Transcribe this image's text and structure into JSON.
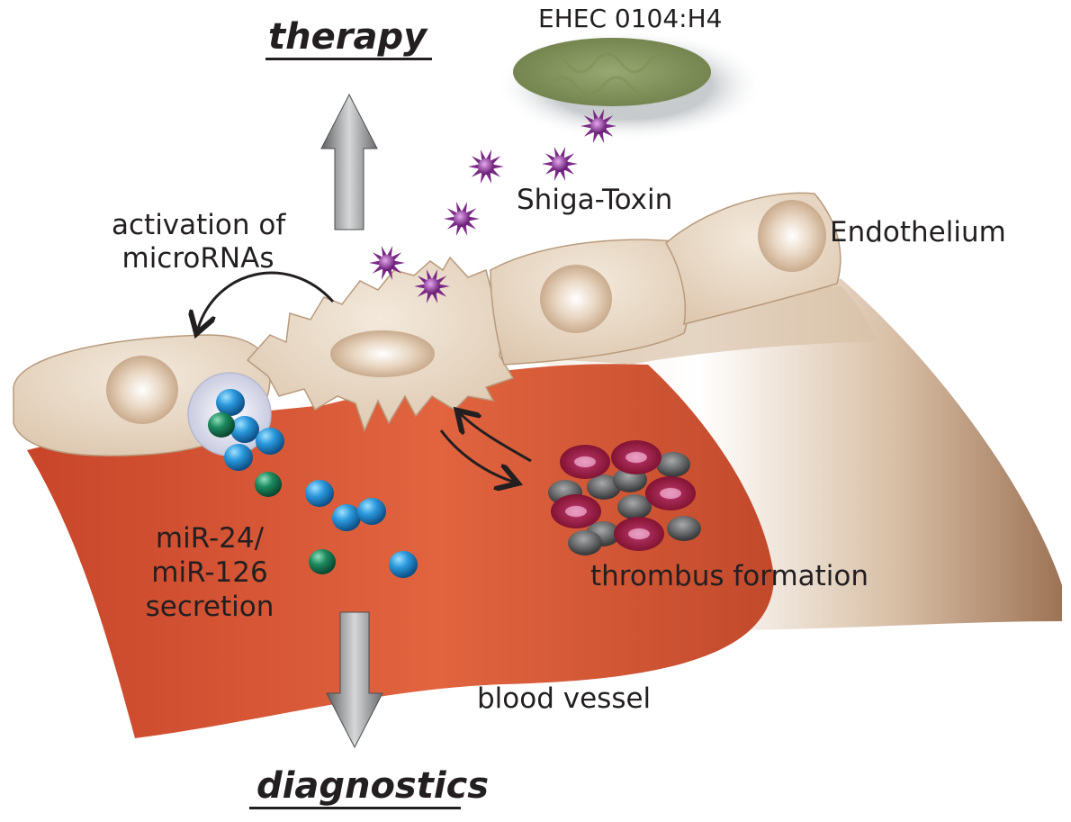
{
  "labels": {
    "therapy": "therapy",
    "diagnostics": "diagnostics",
    "ehec": "EHEC 0104:H4",
    "shiga_toxin": "Shiga-Toxin",
    "endothelium": "Endothelium",
    "activation_line1": "activation of",
    "activation_line2": "microRNAs",
    "mir_line1": "miR-24/",
    "mir_line2": "miR-126",
    "mir_line3": "secretion",
    "thrombus": "thrombus formation",
    "blood_vessel": "blood vessel"
  },
  "colors": {
    "vessel_red": "#d24d2c",
    "vessel_wall": "#c9aa8f",
    "endothelial_cell": "#e4d3bf",
    "bacterium": "#8a9a64",
    "toxin": "#7b2a86",
    "mirna_blue": "#1f86c9",
    "mirna_green": "#167a55",
    "red_blood_cell": "#9c1c3e",
    "platelet": "#4c4d4f",
    "arrow_gray": "#8c8d8f"
  }
}
